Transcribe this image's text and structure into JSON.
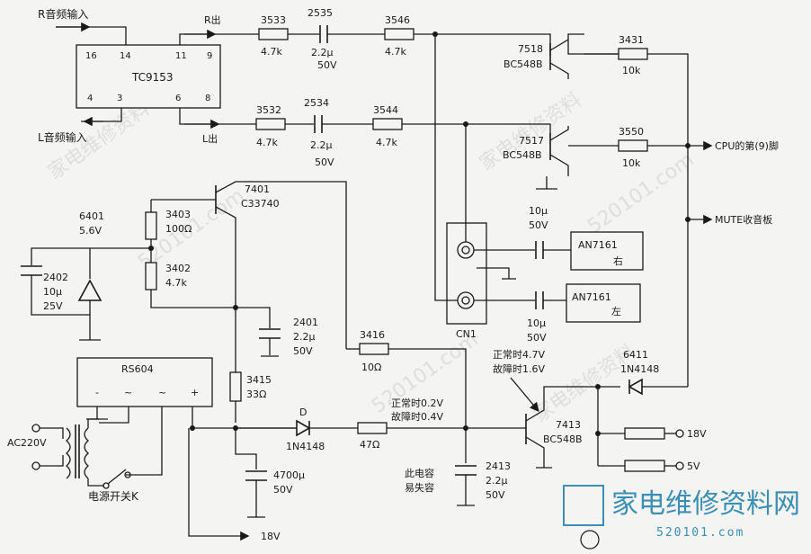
{
  "inputs": {
    "r_in": "R音频输入",
    "l_in": "L音频输入",
    "r_out": "R出",
    "l_out": "L出",
    "ac": "AC220V",
    "power_switch": "电源开关K"
  },
  "ic_tc9153": {
    "name": "TC9153",
    "pins": [
      "16",
      "14",
      "11",
      "9",
      "4",
      "3",
      "6",
      "8"
    ]
  },
  "ic_rs604": {
    "name": "RS604",
    "pins": [
      "-",
      "~",
      "~",
      "+"
    ]
  },
  "resistors": [
    {
      "ref": "3533",
      "value": "4.7k"
    },
    {
      "ref": "3546",
      "value": "4.7k"
    },
    {
      "ref": "3532",
      "value": "4.7k"
    },
    {
      "ref": "3544",
      "value": "4.7k"
    },
    {
      "ref": "3431",
      "value": "10k"
    },
    {
      "ref": "3550",
      "value": "10k"
    },
    {
      "ref": "3403",
      "value": "100Ω"
    },
    {
      "ref": "3402",
      "value": "4.7k"
    },
    {
      "ref": "3416",
      "value": "10Ω"
    },
    {
      "ref": "3415",
      "value": "33Ω"
    },
    {
      "ref": "",
      "value": "47Ω"
    }
  ],
  "capacitors": [
    {
      "ref": "2535",
      "value": "2.2μ",
      "voltage": "50V"
    },
    {
      "ref": "2534",
      "value": "2.2μ",
      "voltage": "50V"
    },
    {
      "ref": "2402",
      "value": "10μ",
      "voltage": "25V"
    },
    {
      "ref": "2401",
      "value": "2.2μ",
      "voltage": "50V"
    },
    {
      "ref": "",
      "value": "4700μ",
      "voltage": "50V"
    },
    {
      "ref": "2413",
      "value": "2.2μ",
      "voltage": "50V"
    },
    {
      "ref": "",
      "value": "10μ",
      "voltage": "50V"
    },
    {
      "ref": "",
      "value": "10μ",
      "voltage": "50V"
    }
  ],
  "transistors": [
    {
      "ref": "7518",
      "type": "BC548B"
    },
    {
      "ref": "7517",
      "type": "BC548B"
    },
    {
      "ref": "7401",
      "type": "C33740"
    },
    {
      "ref": "7413",
      "type": "BC548B"
    }
  ],
  "diodes": [
    {
      "ref": "6401",
      "value": "5.6V"
    },
    {
      "ref": "D",
      "value": "1N4148"
    },
    {
      "ref": "6411",
      "value": "1N4148"
    }
  ],
  "modules": [
    "AN7161",
    "AN7161"
  ],
  "module_channels": [
    "右",
    "左"
  ],
  "connector": "CN1",
  "outputs": {
    "cpu": "CPU的第(9)脚",
    "mute": "MUTE收音板",
    "v18a": "18V",
    "v18b": "18V",
    "v5": "5V"
  },
  "annotations": {
    "normal_q": "正常时4.7V",
    "fault_q": "故障时1.6V",
    "normal_b": "正常时0.2V",
    "fault_b": "故障时0.4V",
    "cap_note1": "此电容",
    "cap_note2": "易失容"
  },
  "watermark": {
    "site": "520101.com",
    "cn": "家电维修资料",
    "logo_cn": "家电维修资料网",
    "logo_url": "520101.com"
  }
}
